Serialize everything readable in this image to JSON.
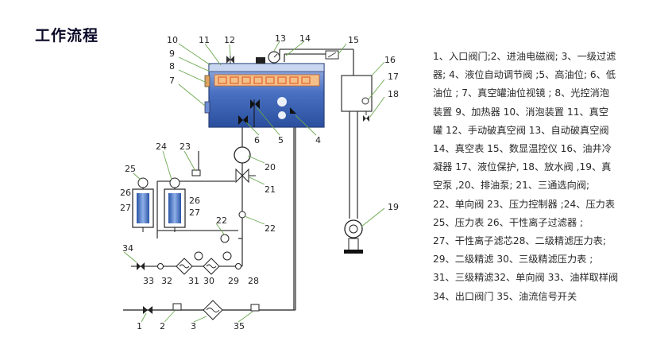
{
  "title": "工作流程",
  "legend_lines": [
    "1、入口阀门;2、进油电磁阀; 3、一级过滤",
    "器; 4、液位自动调节阀 ;5、高油位; 6、低",
    "油位 ; 7、真空罐油位视镜 ; 8、光控消泡",
    "装置  9、加热器 10、消泡装置 11、真空",
    "罐 12、手动破真空阀     13、自动破真空阀",
    "14、真空表 15、数显温控仪 16、油井冷",
    "凝器 17、液位保护, 18、放水阀 ,19、真",
    "空泵 ,20、排油泵; 21、三通选向阀;",
    "22、单向阀 23、压力控制器 ;24、压力表",
    "25、压力表 26、干性离子过滤器 ;",
    "27、干性离子滤芯28、二级精滤压力表;",
    "29、二级精滤 30、三级精滤压力表 ;",
    "31、三级精滤32、单向阀 33、油样取样阀",
    "34、出口阀门 35、油流信号开关"
  ],
  "component_numbers": [
    "1",
    "2",
    "3",
    "4",
    "5",
    "6",
    "7",
    "8",
    "9",
    "10",
    "11",
    "12",
    "13",
    "14",
    "15",
    "16",
    "17",
    "18",
    "19",
    "20",
    "21",
    "22",
    "22",
    "23",
    "24",
    "25",
    "26",
    "26",
    "27",
    "27",
    "28",
    "29",
    "30",
    "31",
    "32",
    "33",
    "34",
    "35"
  ],
  "colors": {
    "pipe": "#3a3a3a",
    "tank_blue": "#3d63b4",
    "tank_light": "#6b8ed6",
    "heater_orange": "#e8823a",
    "filter_blue": "#2f5fb8",
    "leader_green": "#6aa84f"
  }
}
